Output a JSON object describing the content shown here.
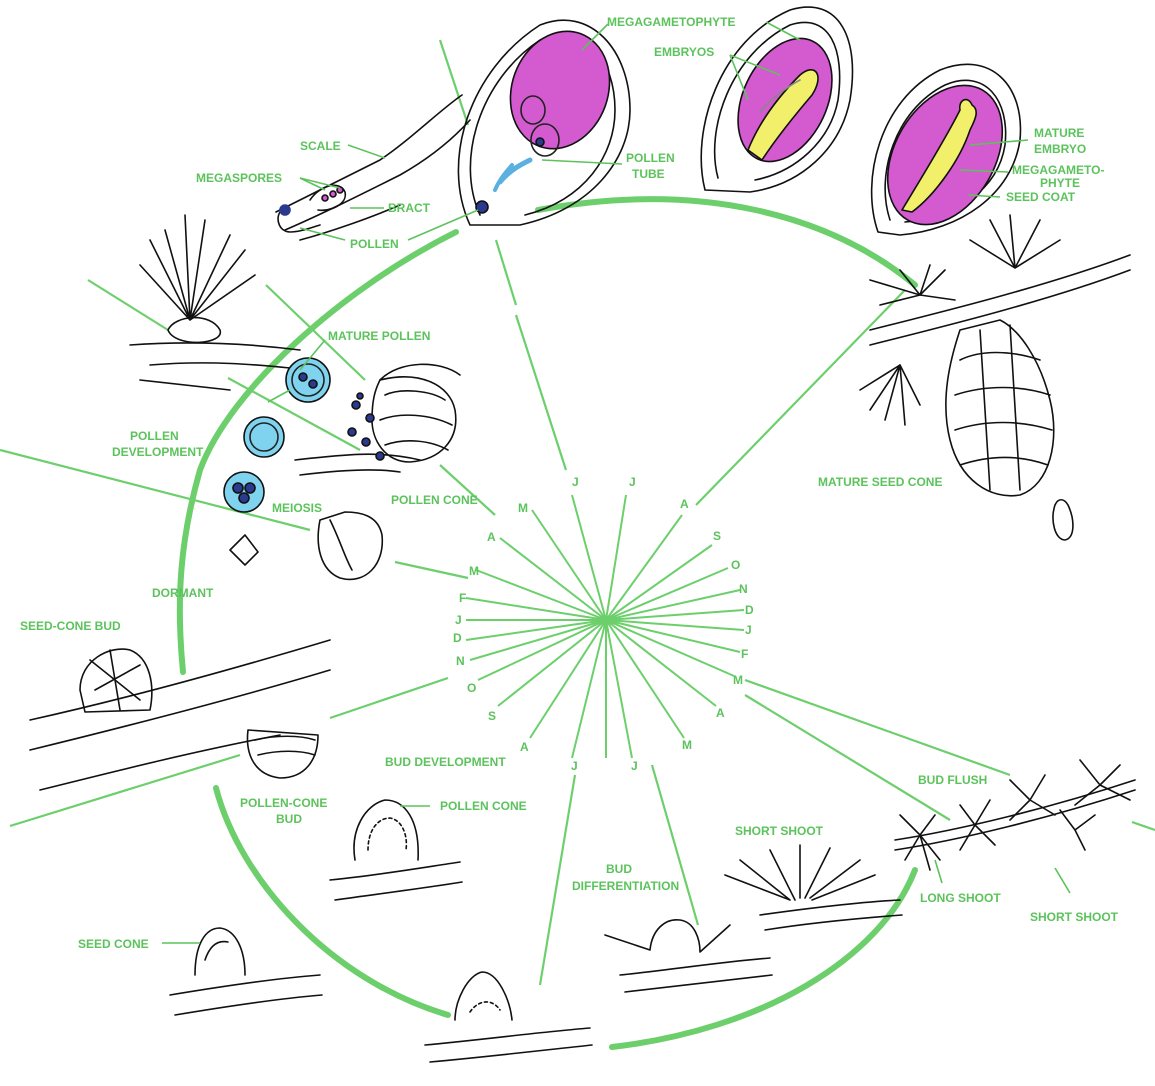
{
  "colors": {
    "label_green": "#5cc35c",
    "line_green": "#6ccf6c",
    "magenta": "#d45ad0",
    "yellow": "#f2f06a",
    "pollen_blue": "#7fd3ef",
    "dark_blue": "#2a3a8f",
    "ink": "#111111"
  },
  "labels": {
    "megagametophyte": "MEGAGAMETOPHYTE",
    "embryos": "EMBRYOS",
    "scale": "SCALE",
    "megaspores": "MEGASPORES",
    "bract": "BRACT",
    "pollen": "POLLEN",
    "pollen_tube_1": "POLLEN",
    "pollen_tube_2": "TUBE",
    "mature_embryo_1": "MATURE",
    "mature_embryo_2": "EMBRYO",
    "megagameto_1": "MEGAGAMETO-",
    "megagameto_2": "PHYTE",
    "seed_coat": "SEED COAT",
    "mature_pollen": "MATURE POLLEN",
    "pollen_development_1": "POLLEN",
    "pollen_development_2": "DEVELOPMENT",
    "meiosis": "MEIOSIS",
    "pollen_cone_upper": "POLLEN CONE",
    "mature_seed_cone": "MATURE SEED CONE",
    "dormant": "DORMANT",
    "seed_cone_bud": "SEED-CONE BUD",
    "bud_development": "BUD DEVELOPMENT",
    "pollen_cone_bud_1": "POLLEN-CONE",
    "pollen_cone_bud_2": "BUD",
    "pollen_cone_lower": "POLLEN CONE",
    "bud_differentiation_1": "BUD",
    "bud_differentiation_2": "DIFFERENTIATION",
    "short_shoot_mid": "SHORT SHOOT",
    "bud_flush": "BUD FLUSH",
    "long_shoot": "LONG SHOOT",
    "short_shoot_right": "SHORT SHOOT",
    "seed_cone": "SEED CONE"
  },
  "months": [
    "J",
    "J",
    "A",
    "S",
    "O",
    "N",
    "D",
    "J",
    "F",
    "M",
    "A",
    "M",
    "J",
    "J",
    "A",
    "S",
    "O",
    "N",
    "D",
    "J",
    "F",
    "M",
    "A",
    "M"
  ]
}
